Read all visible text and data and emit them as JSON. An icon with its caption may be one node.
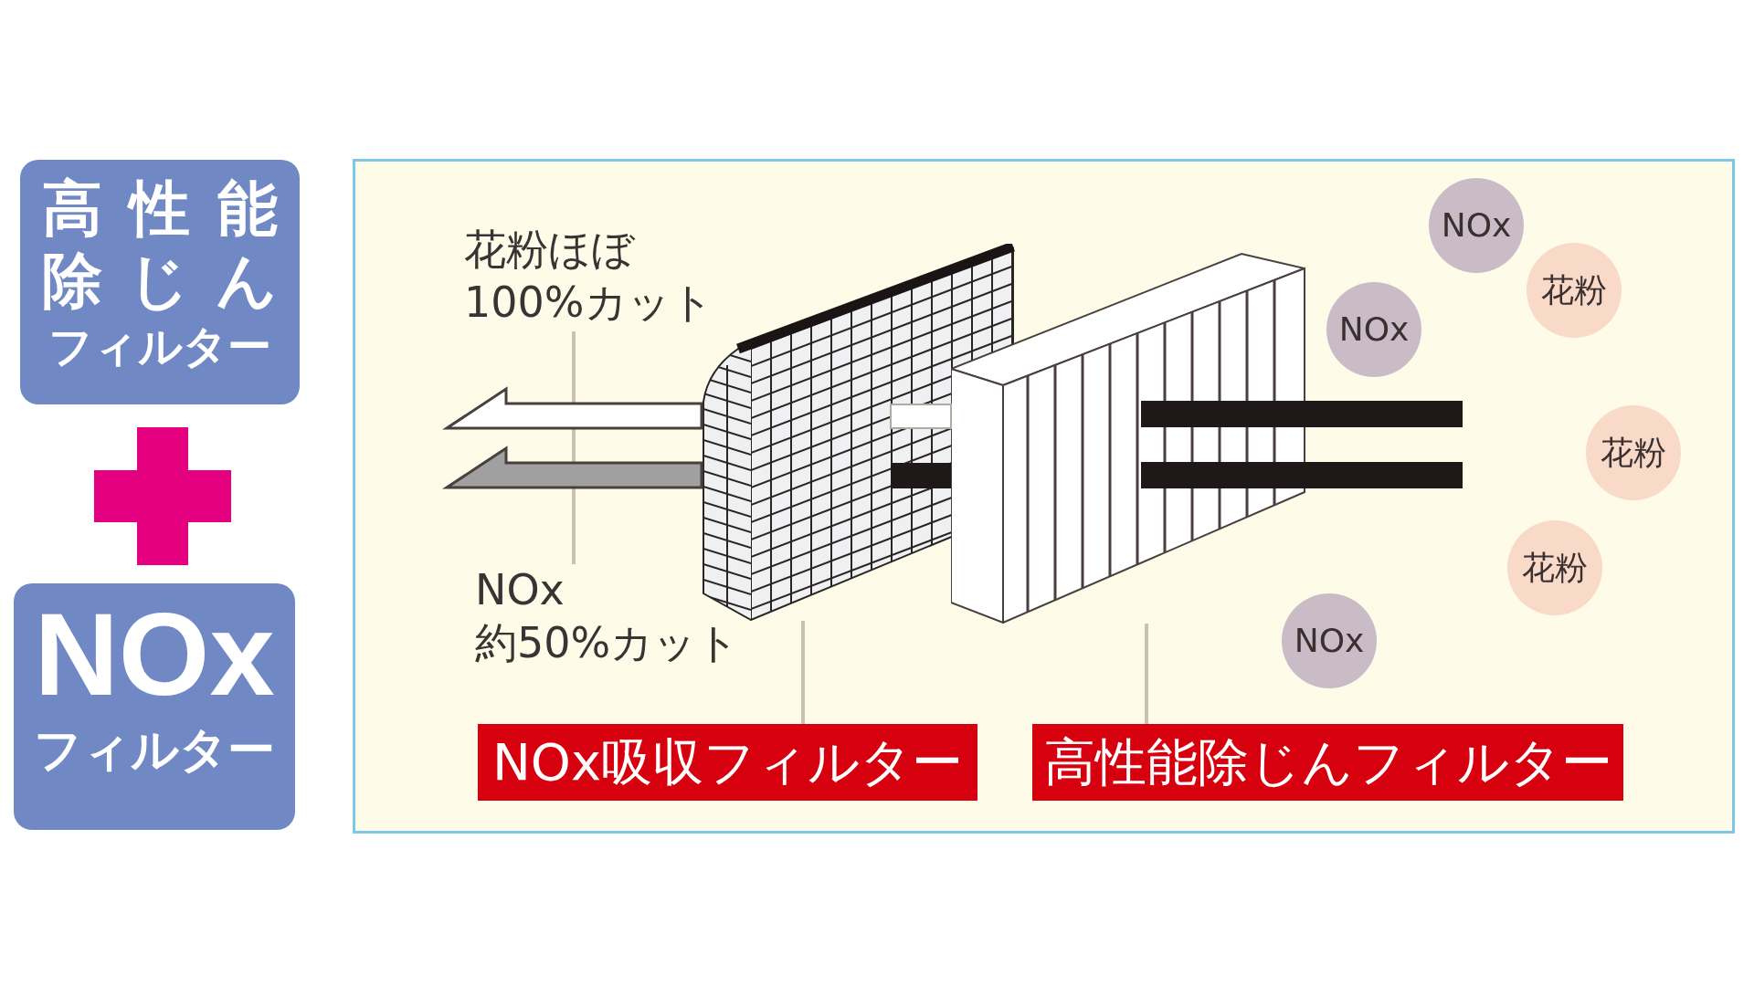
{
  "diagram": {
    "nodes": [
      {
        "text": [
          "高性能除じんフィルター"
        ]
      },
      {
        "text": [
          "NOx",
          "フィルター"
        ]
      },
      {
        "text": [
          "花粉ほぼ100%カット"
        ]
      },
      {
        "text": [
          "NOx約50%カット"
        ]
      },
      {
        "text": [],
        "shape": "picture"
      },
      {
        "text": [],
        "shape": "picture"
      },
      {
        "text": [
          "NOx吸収フィルター"
        ]
      },
      {
        "text": [
          "高性能除じんフィルター"
        ]
      },
      {
        "text": [
          "NOx"
        ]
      },
      {
        "text": [
          "花粉"
        ]
      },
      {
        "text": [
          "NOx"
        ]
      },
      {
        "text": [
          "花粉"
        ]
      },
      {
        "text": [
          "花粉"
        ]
      },
      {
        "text": [
          "NOx"
        ]
      }
    ],
    "edges": [
      {
        "from": 2,
        "to": 3,
        "arrow": "none"
      },
      {
        "from": 6,
        "to": 4,
        "arrow": "none"
      },
      {
        "from": 7,
        "to": 5,
        "arrow": "none"
      }
    ]
  }
}
